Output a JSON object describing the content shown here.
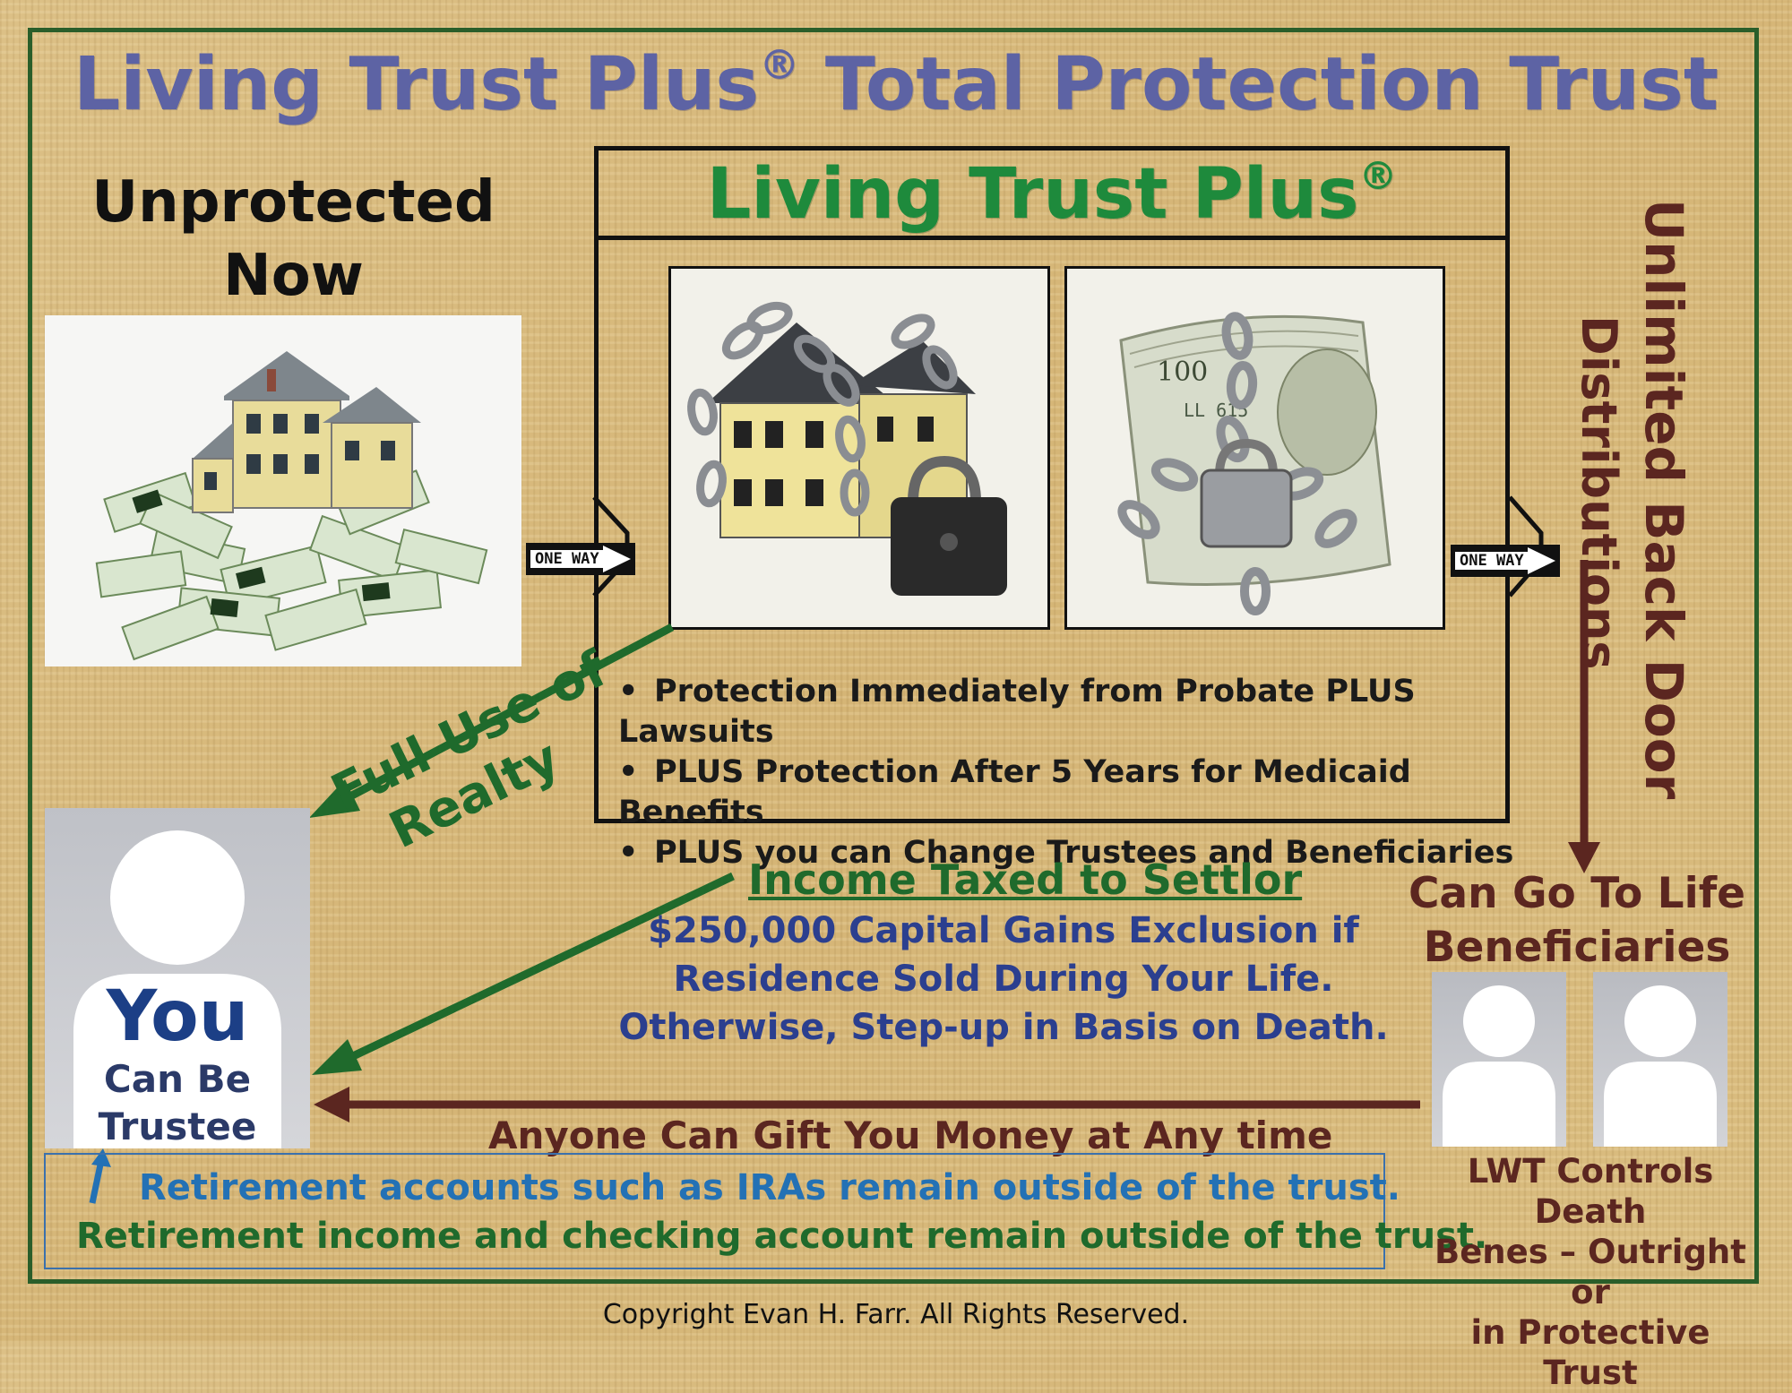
{
  "title": {
    "main": "Living Trust Plus",
    "reg": "®",
    "rest": " Total Protection Trust"
  },
  "unprotected": {
    "line1": "Unprotected",
    "line2": "Now"
  },
  "trust_box": {
    "title": "Living Trust Plus",
    "reg": "®",
    "bullets": [
      "Protection Immediately from Probate PLUS Lawsuits",
      "PLUS Protection After 5 Years for Medicaid Benefits",
      "PLUS you can Change Trustees and Beneficiaries"
    ]
  },
  "signs": {
    "left": "ONE WAY",
    "right": "ONE WAY"
  },
  "back_door": {
    "line1": "Unlimited Back Door",
    "line2": "Distributions"
  },
  "beneficiaries": {
    "line1": "Can Go To Life",
    "line2": "Beneficiaries"
  },
  "full_use": {
    "line1": "Full Use of",
    "line2": "Realty"
  },
  "income": {
    "title": "Income Taxed to Settlor",
    "line1": "$250,000 Capital Gains Exclusion if",
    "line2": "Residence Sold During Your Life.",
    "line3": "Otherwise, Step-up in Basis on Death."
  },
  "you": {
    "label": "You",
    "line1": "Can Be",
    "line2": "Trustee"
  },
  "gift": "Anyone Can Gift You Money at Any time",
  "retirement": {
    "line1": "Retirement accounts such as IRAs remain outside of the trust.",
    "line2": "Retirement income and checking account remain outside of the trust."
  },
  "lwt": {
    "line1": "LWT Controls Death",
    "line2": "Benes – Outright or",
    "line3": "in Protective Trust"
  },
  "copyright": "Copyright Evan H. Farr. All Rights Reserved.",
  "colors": {
    "title_blue": "#5d63a4",
    "trust_green": "#1e8a3c",
    "dark_green_arrow": "#1f6a2c",
    "brown": "#5b2620",
    "navy": "#2b3f8f",
    "retire_blue": "#2371b5"
  }
}
